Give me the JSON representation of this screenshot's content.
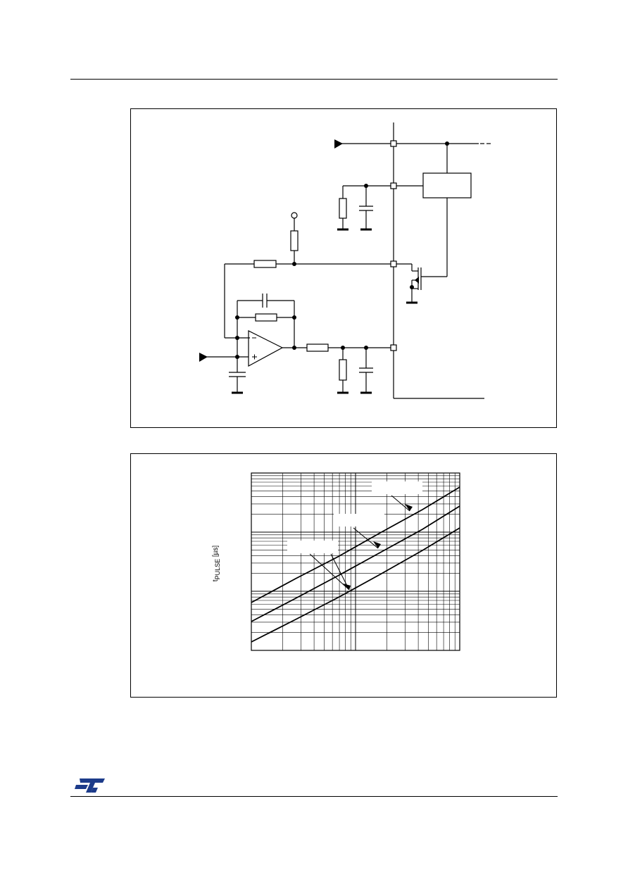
{
  "page": {
    "brand_color": "#1c3b8a"
  },
  "figure2": {
    "y_axis_label": {
      "symbol": "t",
      "subscript": "PULSE",
      "unit": "[µs]"
    },
    "x_axis": {
      "scale": "log"
    },
    "y_axis": {
      "scale": "log"
    },
    "grid": true
  },
  "logo": {
    "text": "ST",
    "icon": "st-logo-icon"
  }
}
